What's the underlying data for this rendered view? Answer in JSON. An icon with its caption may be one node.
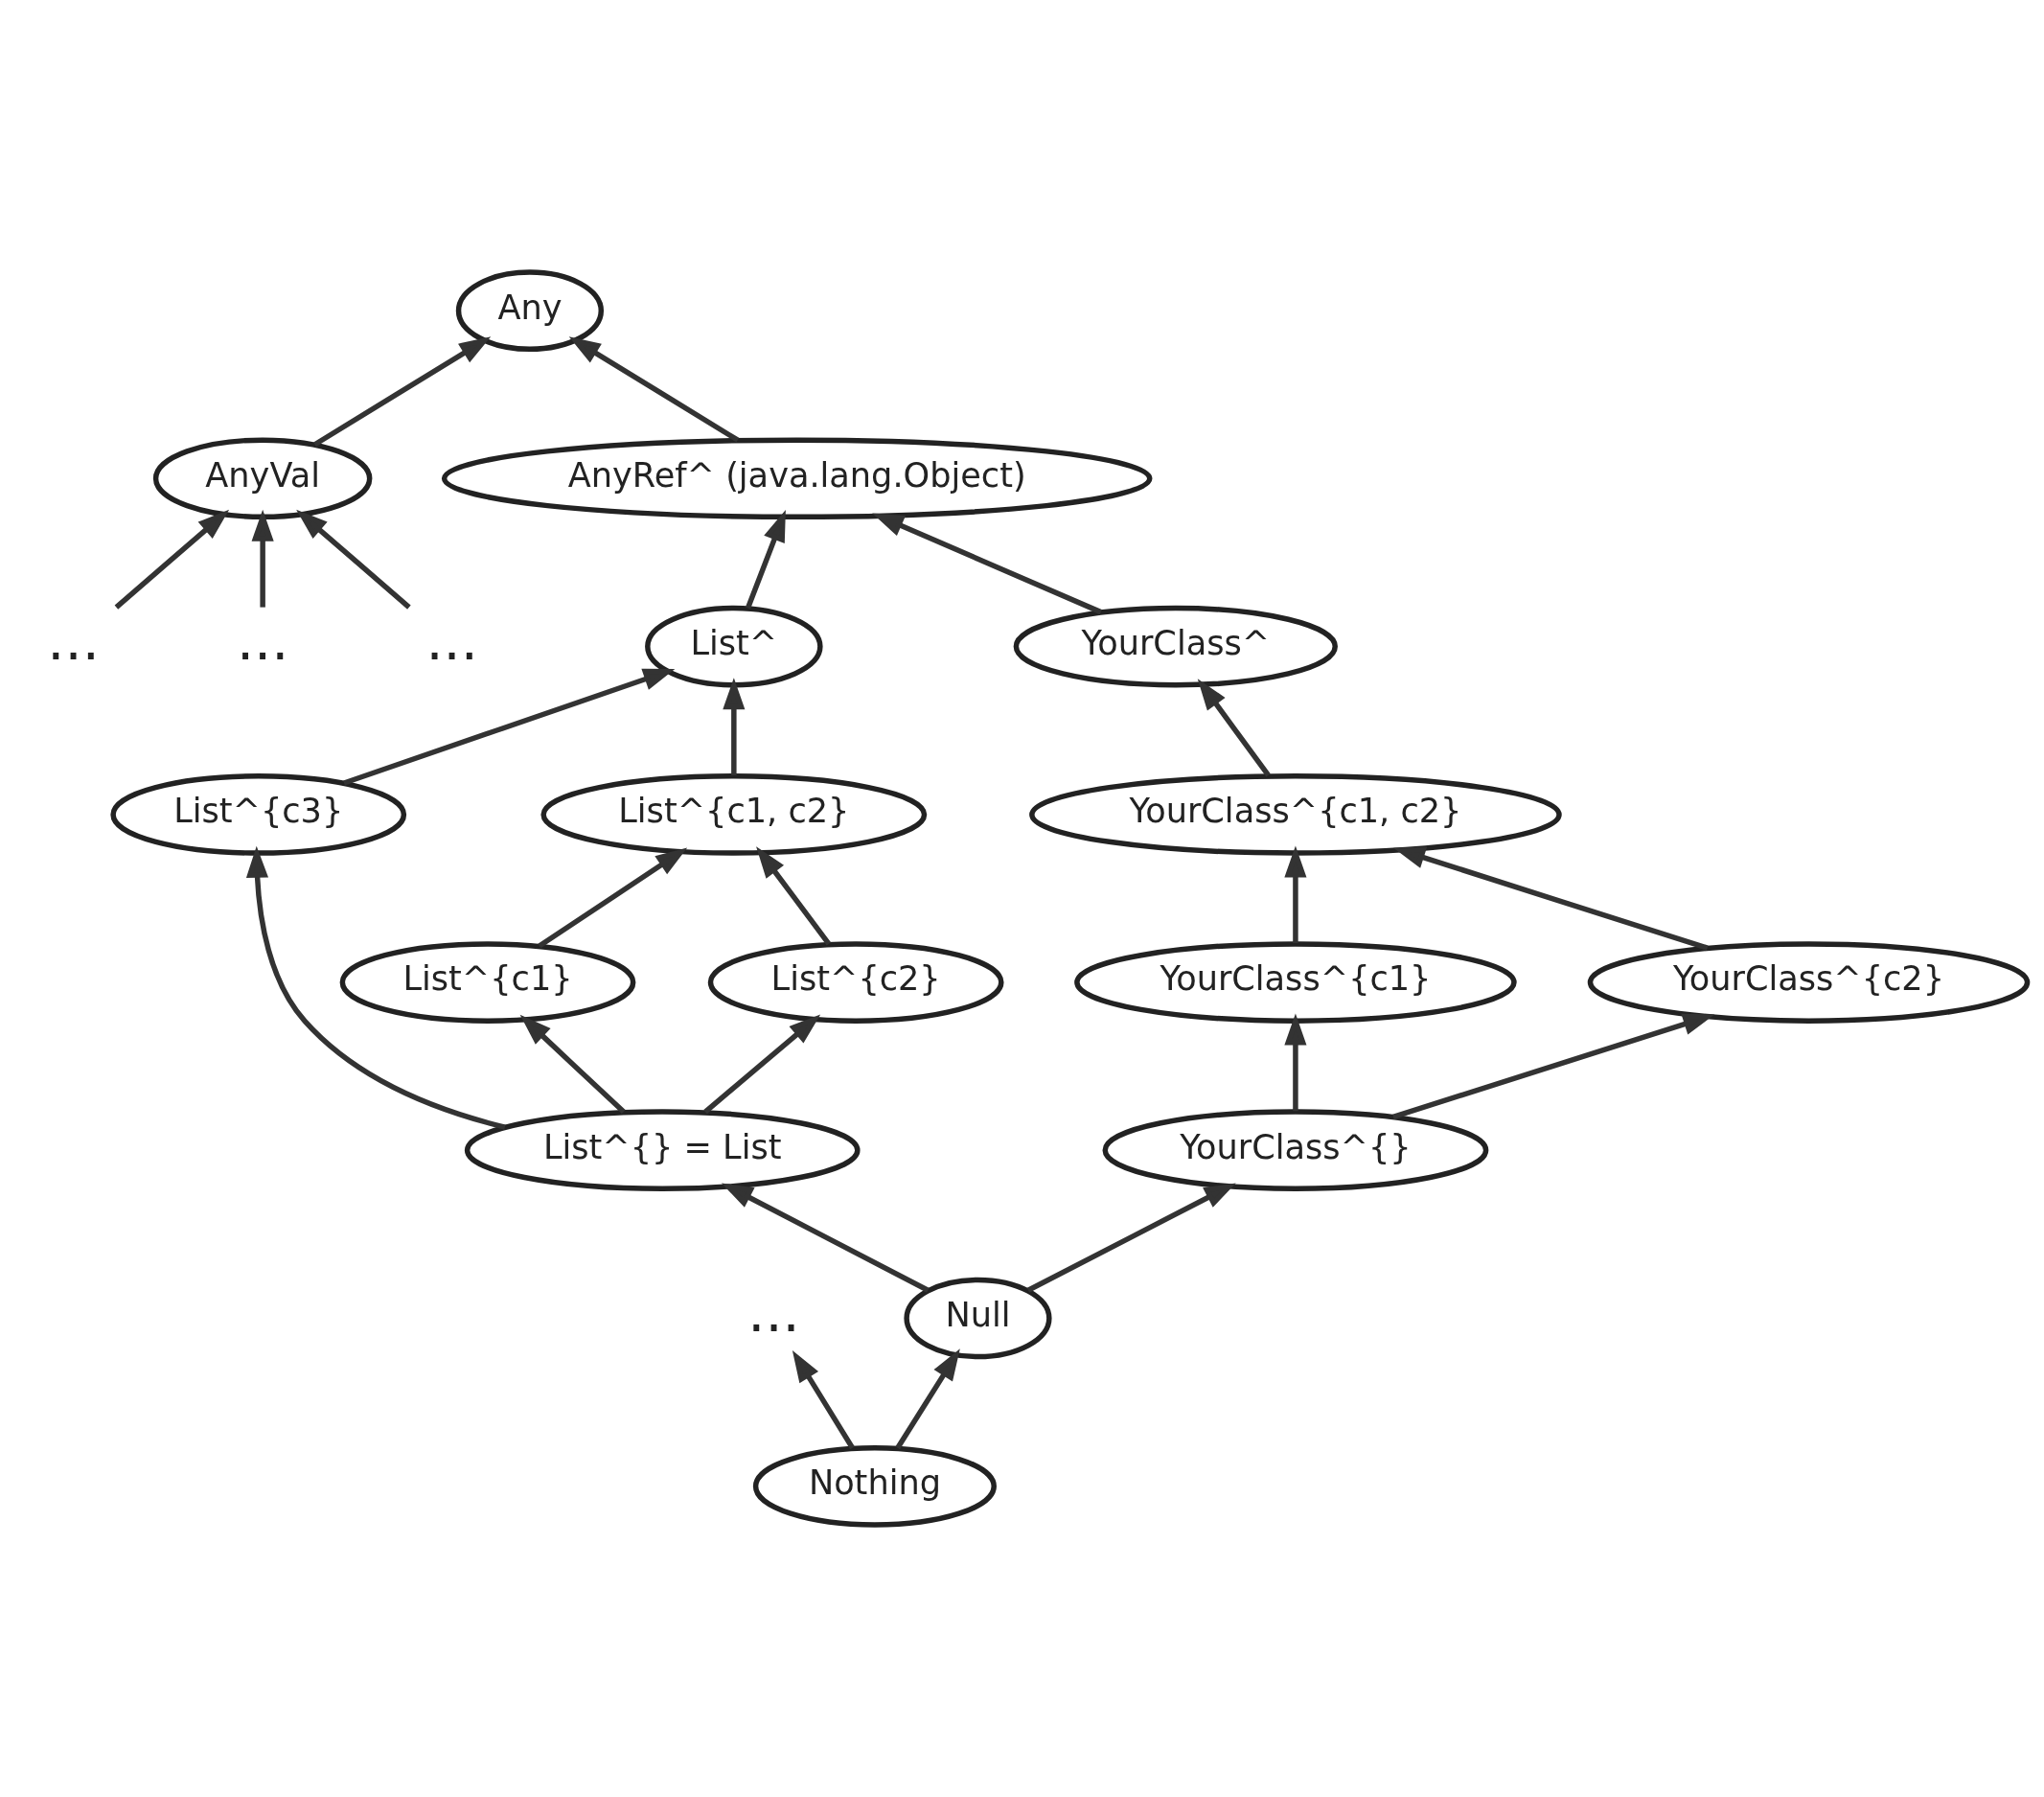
{
  "diagram": {
    "nodes": [
      {
        "text": [
          "Any"
        ]
      },
      {
        "text": [
          "AnyVal"
        ]
      },
      {
        "text": [
          "AnyRef^ (java.lang.Object)"
        ]
      },
      {
        "text": [
          "..."
        ]
      },
      {
        "text": [
          "..."
        ]
      },
      {
        "text": [
          "..."
        ]
      },
      {
        "text": [
          "List^"
        ]
      },
      {
        "text": [
          "YourClass^"
        ]
      },
      {
        "text": [
          "List^{c1, c2}"
        ]
      },
      {
        "text": [
          "List^{c3}"
        ]
      },
      {
        "text": [
          "YourClass^{c1, c2}"
        ]
      },
      {
        "text": [
          "..."
        ]
      },
      {
        "text": [
          "List^{c1}"
        ]
      },
      {
        "text": [
          "List^{c2}"
        ]
      },
      {
        "text": [
          "YourClass^{c1}"
        ]
      },
      {
        "text": [
          "YourClass^{c2}"
        ]
      },
      {
        "text": [
          "List^{} = List"
        ]
      },
      {
        "text": [
          "YourClass^{}"
        ]
      },
      {
        "text": [
          "Null"
        ]
      },
      {
        "text": [
          "Nothing"
        ]
      }
    ],
    "edges": [
      {
        "from": 1,
        "to": 0,
        "arrow": "to"
      },
      {
        "from": 2,
        "to": 0,
        "arrow": "to"
      },
      {
        "from": 3,
        "to": 1,
        "arrow": "to"
      },
      {
        "from": 4,
        "to": 1,
        "arrow": "to"
      },
      {
        "from": 5,
        "to": 1,
        "arrow": "to"
      },
      {
        "from": 6,
        "to": 2,
        "arrow": "to"
      },
      {
        "from": 7,
        "to": 2,
        "arrow": "to"
      },
      {
        "from": 8,
        "to": 6,
        "arrow": "to"
      },
      {
        "from": 9,
        "to": 6,
        "arrow": "to"
      },
      {
        "from": 10,
        "to": 7,
        "arrow": "to"
      },
      {
        "from": 12,
        "to": 8,
        "arrow": "to"
      },
      {
        "from": 13,
        "to": 8,
        "arrow": "to"
      },
      {
        "from": 16,
        "to": 12,
        "arrow": "to"
      },
      {
        "from": 16,
        "to": 13,
        "arrow": "to"
      },
      {
        "from": 16,
        "to": 9,
        "arrow": "to"
      },
      {
        "from": 14,
        "to": 10,
        "arrow": "to"
      },
      {
        "from": 15,
        "to": 10,
        "arrow": "to"
      },
      {
        "from": 17,
        "to": 14,
        "arrow": "to"
      },
      {
        "from": 17,
        "to": 15,
        "arrow": "to"
      },
      {
        "from": 18,
        "to": 16,
        "arrow": "to"
      },
      {
        "from": 18,
        "to": 17,
        "arrow": "to"
      },
      {
        "from": 19,
        "to": 18,
        "arrow": "to"
      },
      {
        "from": 19,
        "to": 11,
        "arrow": "to"
      }
    ]
  }
}
